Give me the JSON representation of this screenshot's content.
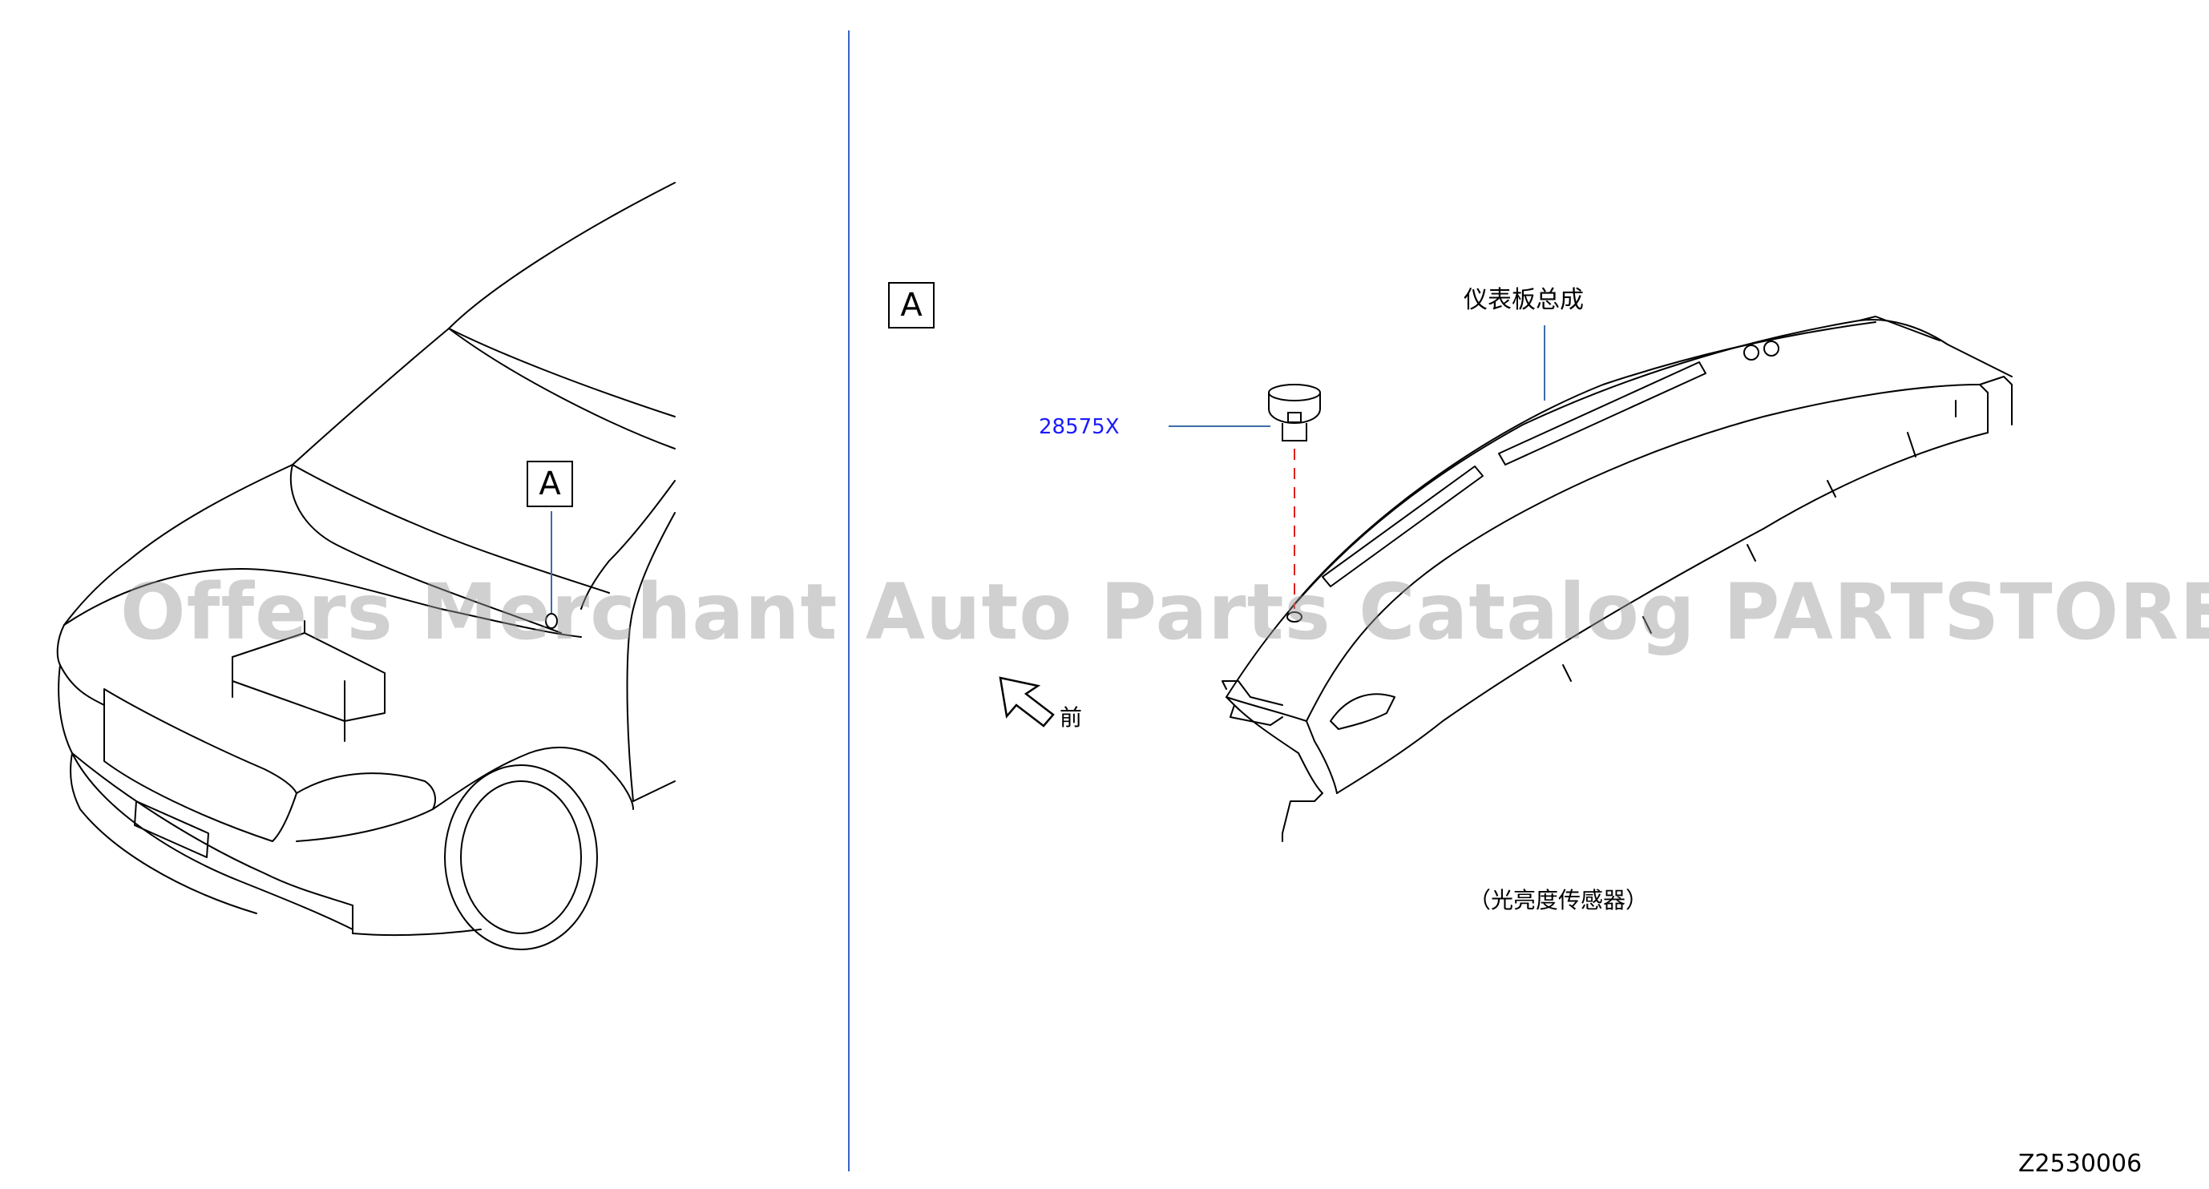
{
  "diagram": {
    "callout_left": "A",
    "callout_right": "A",
    "part_number": "28575X",
    "dashboard_label": "仪表板总成",
    "front_label": "前",
    "caption": "（光亮度传感器）",
    "diagram_code": "Z2530006",
    "watermark": "Offers Merchant Auto Parts Catalog PARTSTORE.SA",
    "colors": {
      "line": "#000000",
      "divider": "#3a63c8",
      "part_number": "#1a1aff",
      "dashed_leader": "#e02020",
      "leader": "#3a6ea8"
    },
    "icons": [
      "front-arrow-icon",
      "sensor-icon"
    ]
  }
}
